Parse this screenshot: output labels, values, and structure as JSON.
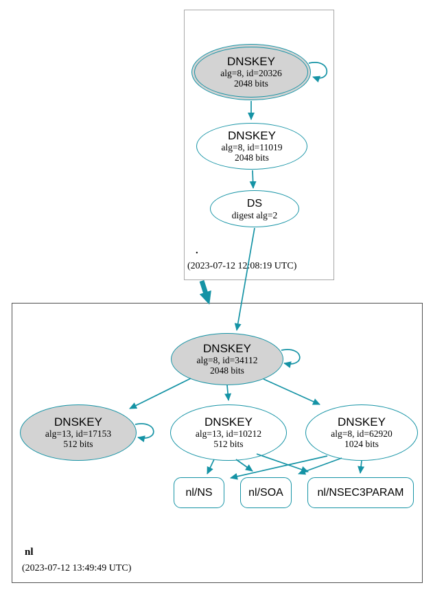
{
  "colors": {
    "edge_teal": "#1593a5",
    "secure_node_fill": "#d3d3d3",
    "root_box_border": "#a8a8a8",
    "nl_box_border": "#4f4f4f"
  },
  "zones": {
    "root": {
      "name": ".",
      "timestamp": "(2023-07-12 12:08:19 UTC)",
      "nodes": {
        "ksk": {
          "title": "DNSKEY",
          "detail1": "alg=8, id=20326",
          "detail2": "2048 bits"
        },
        "zsk": {
          "title": "DNSKEY",
          "detail1": "alg=8, id=11019",
          "detail2": "2048 bits"
        },
        "ds": {
          "title": "DS",
          "detail1": "digest alg=2"
        }
      }
    },
    "nl": {
      "name": "nl",
      "timestamp": "(2023-07-12 13:49:49 UTC)",
      "nodes": {
        "ksk": {
          "title": "DNSKEY",
          "detail1": "alg=8, id=34112",
          "detail2": "2048 bits"
        },
        "zsk_17153": {
          "title": "DNSKEY",
          "detail1": "alg=13, id=17153",
          "detail2": "512 bits"
        },
        "zsk_10212": {
          "title": "DNSKEY",
          "detail1": "alg=13, id=10212",
          "detail2": "512 bits"
        },
        "zsk_62920": {
          "title": "DNSKEY",
          "detail1": "alg=8, id=62920",
          "detail2": "1024 bits"
        },
        "rrset_ns": {
          "label": "nl/NS"
        },
        "rrset_soa": {
          "label": "nl/SOA"
        },
        "rrset_nsec3param": {
          "label": "nl/NSEC3PARAM"
        }
      }
    }
  }
}
